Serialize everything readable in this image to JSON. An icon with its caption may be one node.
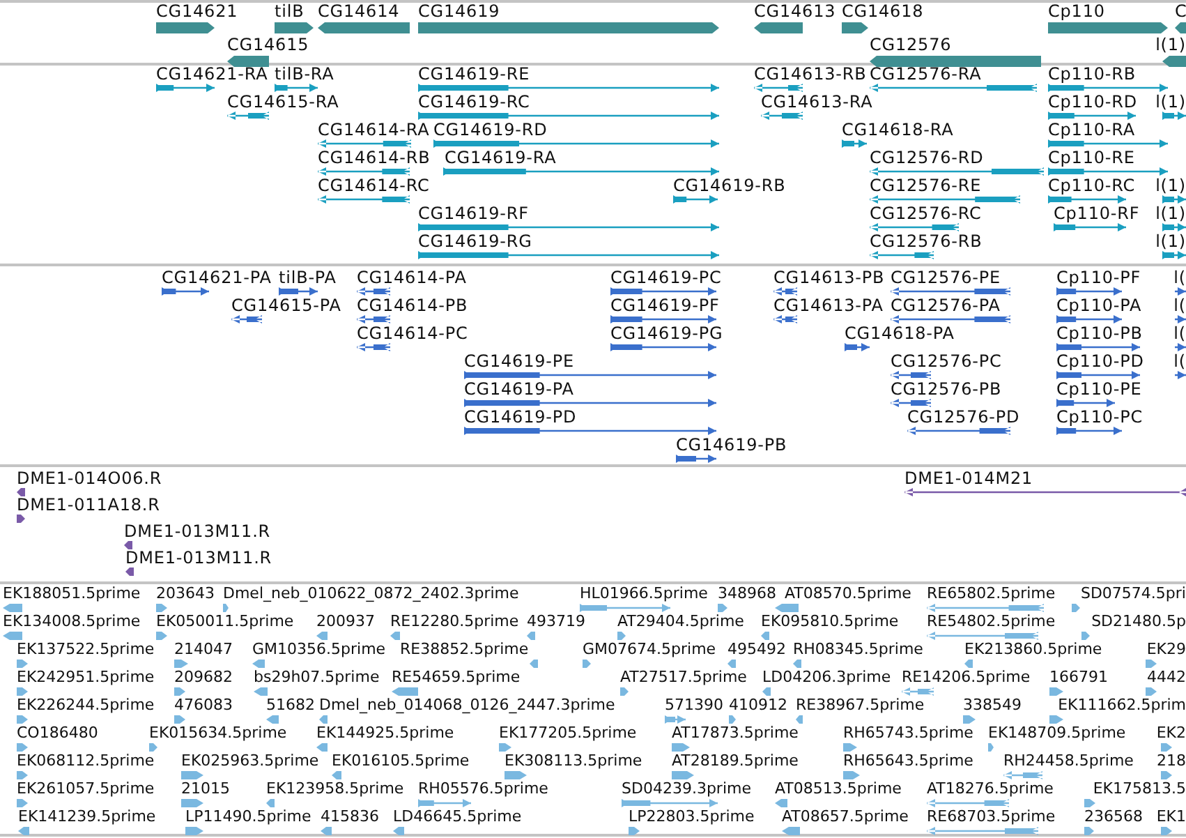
{
  "diagram": {
    "labels": [
      "CG14621",
      "tilB",
      "CG14614",
      "CG14619",
      "CG14613",
      "CG14618",
      "Cp110",
      "C",
      "CG14615",
      "CG12576",
      "l(1)",
      "CG14621-RA",
      "tilB-RA",
      "CG14619-RE",
      "CG14613-RB",
      "CG12576-RA",
      "Cp110-RB",
      "CG14615-RA",
      "CG14619-RC",
      "CG14613-RA",
      "Cp110-RD",
      "l(1)",
      "CG14614-RA",
      "CG14619-RD",
      "CG14618-RA",
      "Cp110-RA",
      "CG14614-RB",
      "CG14619-RA",
      "CG12576-RD",
      "Cp110-RE",
      "CG14614-RC",
      "CG14619-RB",
      "CG12576-RE",
      "Cp110-RC",
      "l(1)",
      "CG14619-RF",
      "CG12576-RC",
      "Cp110-RF",
      "l(1)",
      "CG14619-RG",
      "CG12576-RB",
      "l(1)",
      "CG14621-PA",
      "tilB-PA",
      "CG14614-PA",
      "CG14619-PC",
      "CG14613-PB",
      "CG12576-PE",
      "Cp110-PF",
      "l(",
      "CG14615-PA",
      "CG14614-PB",
      "CG14619-PF",
      "CG14613-PA",
      "CG12576-PA",
      "Cp110-PA",
      "l(",
      "CG14614-PC",
      "CG14619-PG",
      "CG14618-PA",
      "Cp110-PB",
      "l(",
      "CG14619-PE",
      "CG12576-PC",
      "Cp110-PD",
      "l(",
      "CG14619-PA",
      "CG12576-PB",
      "Cp110-PE",
      "CG14619-PD",
      "CG12576-PD",
      "Cp110-PC",
      "CG14619-PB",
      "DME1-014O06.R",
      "DME1-014M21",
      "DME1-011A18.R",
      "DME1-013M11.R",
      "DME1-013M11.R",
      "EK188051.5prime",
      "203643",
      "Dmel_neb_010622_0872_2402.3prime",
      "HL01966.5prime",
      "348968",
      "AT08570.5prime",
      "RE65802.5prime",
      "SD07574.5pri",
      "EK134008.5prime",
      "EK050011.5prime",
      "200937",
      "RE12280.5prime",
      "493719",
      "AT29404.5prime",
      "EK095810.5prime",
      "RE54802.5prime",
      "SD21480.5p",
      "EK137522.5prime",
      "214047",
      "GM10356.5prime",
      "RE38852.5prime",
      "GM07674.5prime",
      "495492",
      "RH08345.5prime",
      "EK213860.5prime",
      "EK29",
      "EK242951.5prime",
      "209682",
      "bs29h07.5prime",
      "RE54659.5prime",
      "AT27517.5prime",
      "LD04206.3prime",
      "RE14206.5prime",
      "166791",
      "4442",
      "EK226244.5prime",
      "476083",
      "51682",
      "Dmel_neb_014068_0126_2447.3prime",
      "571390",
      "410912",
      "RE38967.5prime",
      "338549",
      "EK111662.5prim",
      "CO186480",
      "EK015634.5prime",
      "EK144925.5prime",
      "EK177205.5prime",
      "AT17873.5prime",
      "RH65743.5prime",
      "EK148709.5prime",
      "EK2",
      "EK068112.5prime",
      "EK025963.5prime",
      "EK016105.5prime",
      "EK308113.5prime",
      "AT28189.5prime",
      "RH65643.5prime",
      "RH24458.5prime",
      "218",
      "EK261057.5prime",
      "21015",
      "EK123958.5prime",
      "RH05576.5prime",
      "SD04239.3prime",
      "AT08513.5prime",
      "AT18276.5prime",
      "EK175813.5",
      "EK141239.5prime",
      "LP11490.5prime",
      "415836",
      "LD46645.5prime",
      "LP22803.5prime",
      "AT08657.5prime",
      "RE68703.5prime",
      "236568",
      "EK1"
    ]
  }
}
